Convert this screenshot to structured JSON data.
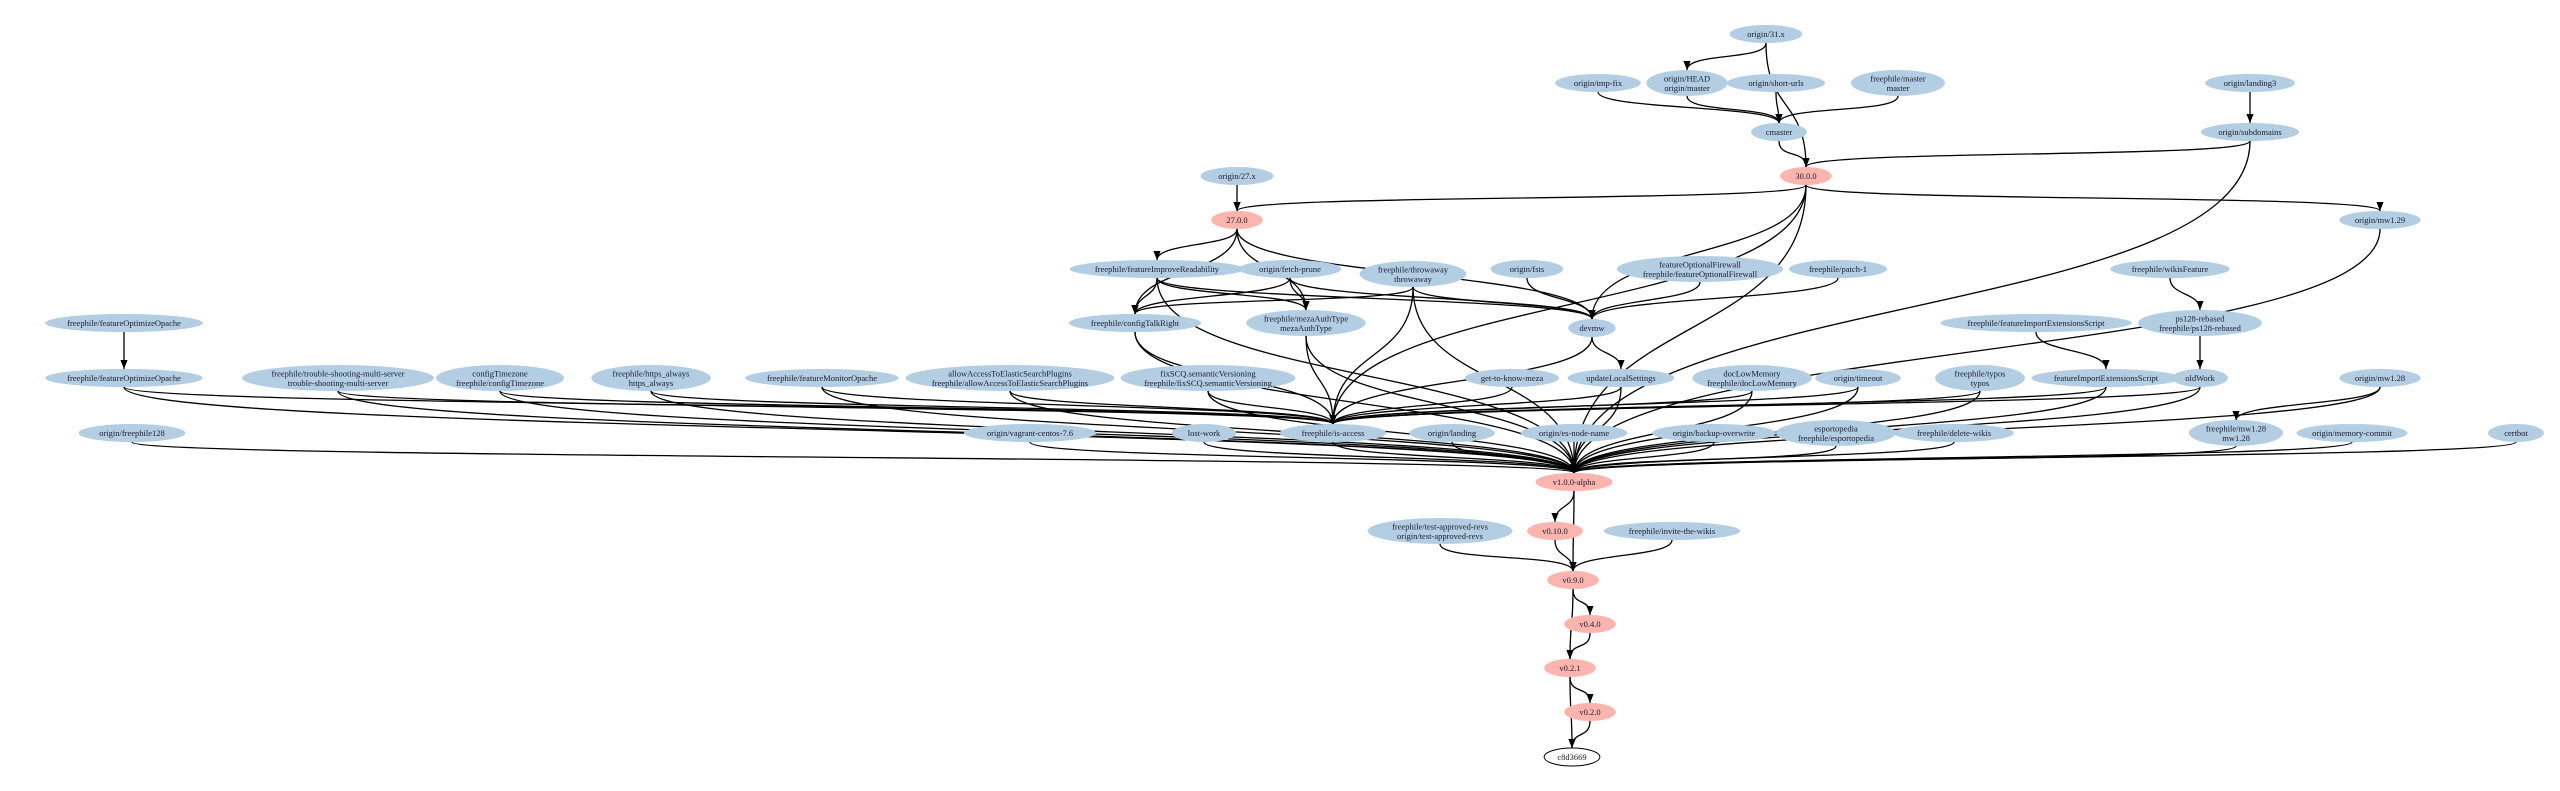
{
  "colors": {
    "branch_fill": "#b3cde3",
    "tag_fill": "#fbb4ae",
    "commit_fill": "#ffffff",
    "edge": "#000000"
  },
  "nodes": [
    {
      "id": "n-origin-31x",
      "kind": "branch",
      "lines": [
        "origin/31.x"
      ]
    },
    {
      "id": "n-origin-tmp-fix",
      "kind": "branch",
      "lines": [
        "origin/tmp-fix"
      ]
    },
    {
      "id": "n-origin-head",
      "kind": "branch",
      "lines": [
        "origin/HEAD",
        "origin/master"
      ]
    },
    {
      "id": "n-origin-short-urls",
      "kind": "branch",
      "lines": [
        "origin/short-urls"
      ]
    },
    {
      "id": "n-freephile-master",
      "kind": "branch",
      "lines": [
        "freephile/master",
        "master"
      ]
    },
    {
      "id": "n-origin-landing3",
      "kind": "branch",
      "lines": [
        "origin/landing3"
      ]
    },
    {
      "id": "n-cmaster",
      "kind": "branch",
      "lines": [
        "cmaster"
      ]
    },
    {
      "id": "n-origin-subdomains",
      "kind": "branch",
      "lines": [
        "origin/subdomains"
      ]
    },
    {
      "id": "n-30",
      "kind": "tag",
      "lines": [
        "30.0.0"
      ]
    },
    {
      "id": "n-origin-27x",
      "kind": "branch",
      "lines": [
        "origin/27.x"
      ]
    },
    {
      "id": "n-27",
      "kind": "tag",
      "lines": [
        "27.0.0"
      ]
    },
    {
      "id": "n-origin-mw129",
      "kind": "branch",
      "lines": [
        "origin/mw1.29"
      ]
    },
    {
      "id": "n-improve-readability",
      "kind": "branch",
      "lines": [
        "freephile/featureImproveReadability"
      ]
    },
    {
      "id": "n-fetch-prune",
      "kind": "branch",
      "lines": [
        "origin/fetch-prune"
      ]
    },
    {
      "id": "n-throwaway",
      "kind": "branch",
      "lines": [
        "freephile/throwaway",
        "throwaway"
      ]
    },
    {
      "id": "n-origin-fsts",
      "kind": "branch",
      "lines": [
        "origin/fsts"
      ]
    },
    {
      "id": "n-optional-firewall",
      "kind": "branch",
      "lines": [
        "featureOptionalFirewall",
        "freephile/featureOptionalFirewall"
      ]
    },
    {
      "id": "n-patch1",
      "kind": "branch",
      "lines": [
        "freephile/patch-1"
      ]
    },
    {
      "id": "n-wiki-feature",
      "kind": "branch",
      "lines": [
        "freephile/wikisFeature"
      ]
    },
    {
      "id": "n-optimize-opache-top",
      "kind": "branch",
      "lines": [
        "freephile/featureOptimizeOpache"
      ]
    },
    {
      "id": "n-config-talk",
      "kind": "branch",
      "lines": [
        "freephile/configTalkRight"
      ]
    },
    {
      "id": "n-meza-auth",
      "kind": "branch",
      "lines": [
        "freephile/mezaAuthType",
        "mezaAuthType"
      ]
    },
    {
      "id": "n-dev-mw",
      "kind": "branch",
      "lines": [
        "devmw"
      ]
    },
    {
      "id": "n-import-ext-top",
      "kind": "branch",
      "lines": [
        "freephile/featureImportExtensionsScript"
      ]
    },
    {
      "id": "n-ps128",
      "kind": "branch",
      "lines": [
        "ps128-rebased",
        "freephile/ps128-rebased"
      ]
    },
    {
      "id": "n-optimize-opache",
      "kind": "branch",
      "lines": [
        "freephile/featureOptimizeOpache"
      ]
    },
    {
      "id": "n-trouble-shooting",
      "kind": "branch",
      "lines": [
        "freephile/trouble-shooting-multi-server",
        "trouble-shooting-multi-server"
      ]
    },
    {
      "id": "n-config-timezone",
      "kind": "branch",
      "lines": [
        "configTimezone",
        "freephile/configTimezone"
      ]
    },
    {
      "id": "n-https-always",
      "kind": "branch",
      "lines": [
        "freephile/https_always",
        "https_always"
      ]
    },
    {
      "id": "n-monitor-opache",
      "kind": "branch",
      "lines": [
        "freephile/featureMonitorOpache"
      ]
    },
    {
      "id": "n-allow-access-es",
      "kind": "branch",
      "lines": [
        "allowAccessToElasticSearchPlugins",
        "freephile/allowAccessToElasticSearchPlugins"
      ]
    },
    {
      "id": "n-fix-scq",
      "kind": "branch",
      "lines": [
        "fixSCQ.semanticVersioning",
        "freephile/fixSCQ.semanticVersioning"
      ]
    },
    {
      "id": "n-get-to-know",
      "kind": "branch",
      "lines": [
        "get-to-know-meza"
      ]
    },
    {
      "id": "n-updated-local",
      "kind": "branch",
      "lines": [
        "updateLocalSettings"
      ]
    },
    {
      "id": "n-doc-low-memory",
      "kind": "branch",
      "lines": [
        "docLowMemory",
        "freephile/docLowMemory"
      ]
    },
    {
      "id": "n-origin-timeout",
      "kind": "branch",
      "lines": [
        "origin/timeout"
      ]
    },
    {
      "id": "n-typos",
      "kind": "branch",
      "lines": [
        "freephile/typos",
        "typos"
      ]
    },
    {
      "id": "n-import-ext",
      "kind": "branch",
      "lines": [
        "featureImportExtensionsScript"
      ]
    },
    {
      "id": "n-old-work",
      "kind": "branch",
      "lines": [
        "oldWork"
      ]
    },
    {
      "id": "n-origin-mw128",
      "kind": "branch",
      "lines": [
        "origin/mw1.28"
      ]
    },
    {
      "id": "n-origin-freephile128",
      "kind": "branch",
      "lines": [
        "origin/freephile128"
      ]
    },
    {
      "id": "n-vagrant-centos",
      "kind": "branch",
      "lines": [
        "origin/vagrant-centos-7.6"
      ]
    },
    {
      "id": "n-lost-work",
      "kind": "branch",
      "lines": [
        "lost-work"
      ]
    },
    {
      "id": "n-is-access",
      "kind": "branch",
      "lines": [
        "freephile/is-access"
      ]
    },
    {
      "id": "n-origin-landing",
      "kind": "branch",
      "lines": [
        "origin/landing"
      ]
    },
    {
      "id": "n-is-node-name",
      "kind": "branch",
      "lines": [
        "origin/es-node-name"
      ]
    },
    {
      "id": "n-backup-overwrite",
      "kind": "branch",
      "lines": [
        "origin/backup-overwrite"
      ]
    },
    {
      "id": "n-esportopedia",
      "kind": "branch",
      "lines": [
        "esportopedia",
        "freephile/esportopedia"
      ]
    },
    {
      "id": "n-delete-wikis",
      "kind": "branch",
      "lines": [
        "freephile/delete-wikis"
      ]
    },
    {
      "id": "n-freephile-mw128",
      "kind": "branch",
      "lines": [
        "freephile/mw1.28",
        "mw1.28"
      ]
    },
    {
      "id": "n-memory-commit",
      "kind": "branch",
      "lines": [
        "origin/memory-commit"
      ]
    },
    {
      "id": "n-certbot",
      "kind": "branch",
      "lines": [
        "certbot"
      ]
    },
    {
      "id": "n-v1-alpha",
      "kind": "tag",
      "lines": [
        "v1.0.0-alpha"
      ]
    },
    {
      "id": "n-test-approved",
      "kind": "branch",
      "lines": [
        "freephile/test-approved-revs",
        "origin/test-approved-revs"
      ]
    },
    {
      "id": "n-v0-10",
      "kind": "tag",
      "lines": [
        "v0.10.0"
      ]
    },
    {
      "id": "n-invite-wiki",
      "kind": "branch",
      "lines": [
        "freephile/invite-the-wikis"
      ]
    },
    {
      "id": "n-v0-9",
      "kind": "tag",
      "lines": [
        "v0.9.0"
      ]
    },
    {
      "id": "n-v0-4",
      "kind": "tag",
      "lines": [
        "v0.4.0"
      ]
    },
    {
      "id": "n-v0-2-1",
      "kind": "tag",
      "lines": [
        "v0.2.1"
      ]
    },
    {
      "id": "n-v0-2",
      "kind": "tag",
      "lines": [
        "v0.2.0"
      ]
    },
    {
      "id": "n-commit",
      "kind": "commit",
      "lines": [
        "c8d3669"
      ]
    }
  ],
  "edges": [
    [
      "n-origin-31x",
      "n-origin-head"
    ],
    [
      "n-origin-31x",
      "n-30"
    ],
    [
      "n-origin-tmp-fix",
      "n-cmaster"
    ],
    [
      "n-origin-head",
      "n-cmaster"
    ],
    [
      "n-origin-short-urls",
      "n-cmaster"
    ],
    [
      "n-freephile-master",
      "n-cmaster"
    ],
    [
      "n-freephile-master",
      "n-devmw-link"
    ],
    [
      "n-cmaster",
      "n-30"
    ],
    [
      "n-origin-landing3",
      "n-origin-subdomains"
    ],
    [
      "n-origin-subdomains",
      "n-30"
    ],
    [
      "n-origin-subdomains",
      "n-v1-alpha"
    ],
    [
      "n-30",
      "n-27"
    ],
    [
      "n-30",
      "n-dev-mw"
    ],
    [
      "n-30",
      "n-is-access"
    ],
    [
      "n-30",
      "n-origin-mw129"
    ],
    [
      "n-30",
      "n-v1-alpha"
    ],
    [
      "n-origin-27x",
      "n-27"
    ],
    [
      "n-27",
      "n-improve-readability"
    ],
    [
      "n-27",
      "n-config-talk"
    ],
    [
      "n-27",
      "n-meza-auth"
    ],
    [
      "n-27",
      "n-dev-mw"
    ],
    [
      "n-origin-mw129",
      "n-v1-alpha"
    ],
    [
      "n-improve-readability",
      "n-config-talk"
    ],
    [
      "n-improve-readability",
      "n-meza-auth"
    ],
    [
      "n-improve-readability",
      "n-dev-mw"
    ],
    [
      "n-improve-readability",
      "n-v1-alpha"
    ],
    [
      "n-fetch-prune",
      "n-config-talk"
    ],
    [
      "n-fetch-prune",
      "n-meza-auth"
    ],
    [
      "n-fetch-prune",
      "n-dev-mw"
    ],
    [
      "n-throwaway",
      "n-config-talk"
    ],
    [
      "n-throwaway",
      "n-dev-mw"
    ],
    [
      "n-throwaway",
      "n-is-access"
    ],
    [
      "n-throwaway",
      "n-v1-alpha"
    ],
    [
      "n-origin-fsts",
      "n-dev-mw"
    ],
    [
      "n-optional-firewall",
      "n-dev-mw"
    ],
    [
      "n-patch1",
      "n-dev-mw"
    ],
    [
      "n-wiki-feature",
      "n-ps128"
    ],
    [
      "n-ps128",
      "n-old-work"
    ],
    [
      "n-import-ext-top",
      "n-import-ext"
    ],
    [
      "n-optimize-opache-top",
      "n-optimize-opache"
    ],
    [
      "n-config-talk",
      "n-is-access"
    ],
    [
      "n-config-talk",
      "n-v1-alpha"
    ],
    [
      "n-meza-auth",
      "n-is-access"
    ],
    [
      "n-meza-auth",
      "n-v1-alpha"
    ],
    [
      "n-dev-mw",
      "n-updated-local"
    ],
    [
      "n-dev-mw",
      "n-is-access"
    ],
    [
      "n-optimize-opache",
      "n-is-access"
    ],
    [
      "n-optimize-opache",
      "n-v1-alpha"
    ],
    [
      "n-trouble-shooting",
      "n-is-access"
    ],
    [
      "n-trouble-shooting",
      "n-v1-alpha"
    ],
    [
      "n-config-timezone",
      "n-is-access"
    ],
    [
      "n-config-timezone",
      "n-v1-alpha"
    ],
    [
      "n-https-always",
      "n-is-access"
    ],
    [
      "n-https-always",
      "n-v1-alpha"
    ],
    [
      "n-monitor-opache",
      "n-is-access"
    ],
    [
      "n-monitor-opache",
      "n-v1-alpha"
    ],
    [
      "n-allow-access-es",
      "n-is-access"
    ],
    [
      "n-allow-access-es",
      "n-v1-alpha"
    ],
    [
      "n-fix-scq",
      "n-is-access"
    ],
    [
      "n-fix-scq",
      "n-v1-alpha"
    ],
    [
      "n-get-to-know",
      "n-is-access"
    ],
    [
      "n-updated-local",
      "n-is-access"
    ],
    [
      "n-updated-local",
      "n-v1-alpha"
    ],
    [
      "n-doc-low-memory",
      "n-is-access"
    ],
    [
      "n-doc-low-memory",
      "n-v1-alpha"
    ],
    [
      "n-origin-timeout",
      "n-is-access"
    ],
    [
      "n-origin-timeout",
      "n-v1-alpha"
    ],
    [
      "n-typos",
      "n-is-access"
    ],
    [
      "n-typos",
      "n-v1-alpha"
    ],
    [
      "n-import-ext",
      "n-is-access"
    ],
    [
      "n-import-ext",
      "n-v1-alpha"
    ],
    [
      "n-old-work",
      "n-is-access"
    ],
    [
      "n-old-work",
      "n-v1-alpha"
    ],
    [
      "n-origin-mw128",
      "n-freephile-mw128"
    ],
    [
      "n-origin-mw128",
      "n-v1-alpha"
    ],
    [
      "n-origin-freephile128",
      "n-v1-alpha"
    ],
    [
      "n-vagrant-centos",
      "n-v1-alpha"
    ],
    [
      "n-lost-work",
      "n-v1-alpha"
    ],
    [
      "n-is-access",
      "n-v1-alpha"
    ],
    [
      "n-origin-landing",
      "n-v1-alpha"
    ],
    [
      "n-is-node-name",
      "n-v1-alpha"
    ],
    [
      "n-backup-overwrite",
      "n-v1-alpha"
    ],
    [
      "n-esportopedia",
      "n-v1-alpha"
    ],
    [
      "n-delete-wikis",
      "n-v1-alpha"
    ],
    [
      "n-freephile-mw128",
      "n-v1-alpha"
    ],
    [
      "n-memory-commit",
      "n-v1-alpha"
    ],
    [
      "n-certbot",
      "n-v1-alpha"
    ],
    [
      "n-v1-alpha",
      "n-v0-10"
    ],
    [
      "n-v1-alpha",
      "n-v0-9"
    ],
    [
      "n-test-approved",
      "n-v0-9"
    ],
    [
      "n-v0-10",
      "n-v0-9"
    ],
    [
      "n-invite-wiki",
      "n-v0-9"
    ],
    [
      "n-v0-9",
      "n-v0-4"
    ],
    [
      "n-v0-9",
      "n-v0-2-1"
    ],
    [
      "n-v0-4",
      "n-v0-2-1"
    ],
    [
      "n-v0-2-1",
      "n-v0-2"
    ],
    [
      "n-v0-2-1",
      "n-commit"
    ],
    [
      "n-v0-2",
      "n-commit"
    ]
  ]
}
